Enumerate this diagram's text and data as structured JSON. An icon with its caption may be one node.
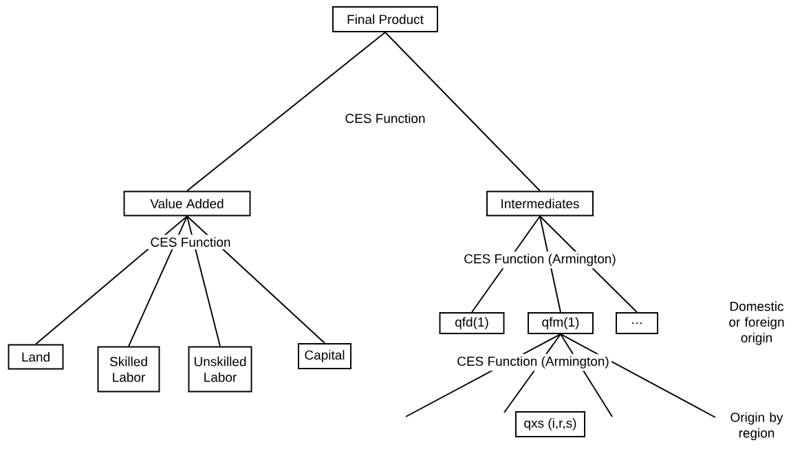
{
  "diagram": {
    "nodes": [
      {
        "text": [
          "Final Product"
        ]
      },
      {
        "text": [
          "Value Added"
        ]
      },
      {
        "text": [
          "Intermediates"
        ]
      },
      {
        "text": [
          "Land"
        ]
      },
      {
        "text": [
          "Skilled Labor"
        ]
      },
      {
        "text": [
          "Unskilled Labor"
        ]
      },
      {
        "text": [
          "Capital"
        ]
      },
      {
        "text": [
          "qfd(1)"
        ]
      },
      {
        "text": [
          "qfm(1)"
        ]
      },
      {
        "text": [
          "…"
        ]
      },
      {
        "text": [
          "qxs (i,r,s)"
        ]
      }
    ],
    "edges": [
      {
        "from": 0,
        "to": 1,
        "arrow": "none"
      },
      {
        "from": 0,
        "to": 2,
        "arrow": "none"
      },
      {
        "from": 1,
        "to": 3,
        "arrow": "none"
      },
      {
        "from": 1,
        "to": 4,
        "arrow": "none"
      },
      {
        "from": 1,
        "to": 5,
        "arrow": "none"
      },
      {
        "from": 1,
        "to": 6,
        "arrow": "none"
      },
      {
        "from": 2,
        "to": 7,
        "arrow": "none"
      },
      {
        "from": 2,
        "to": 8,
        "arrow": "none"
      },
      {
        "from": 2,
        "to": 9,
        "arrow": "none"
      },
      {
        "from": 8,
        "to": null,
        "arrow": "none"
      },
      {
        "from": 8,
        "to": null,
        "arrow": "none"
      },
      {
        "from": 8,
        "to": null,
        "arrow": "none"
      },
      {
        "from": 8,
        "to": null,
        "arrow": "none"
      }
    ],
    "labels": [
      "CES Function",
      "CES Function",
      "CES Function (Armington)",
      "Domestic or foreign origin",
      "CES Function (Armington)",
      "Origin by region"
    ]
  }
}
